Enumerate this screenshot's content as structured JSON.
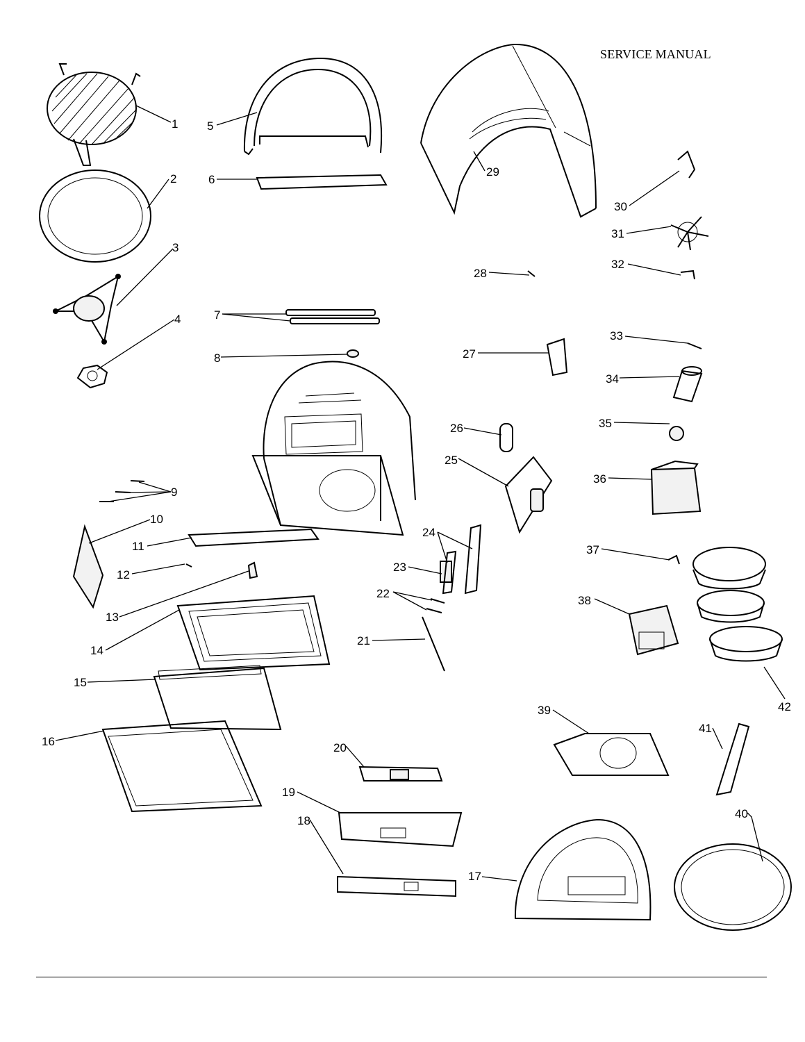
{
  "header": {
    "title": "SERVICE MANUAL"
  },
  "callouts": [
    {
      "id": "c1",
      "label": "1"
    },
    {
      "id": "c2",
      "label": "2"
    },
    {
      "id": "c3",
      "label": "3"
    },
    {
      "id": "c4",
      "label": "4"
    },
    {
      "id": "c5",
      "label": "5"
    },
    {
      "id": "c6",
      "label": "6"
    },
    {
      "id": "c7",
      "label": "7"
    },
    {
      "id": "c8",
      "label": "8"
    },
    {
      "id": "c9",
      "label": "9"
    },
    {
      "id": "c10",
      "label": "10"
    },
    {
      "id": "c11",
      "label": "11"
    },
    {
      "id": "c12",
      "label": "12"
    },
    {
      "id": "c13",
      "label": "13"
    },
    {
      "id": "c14",
      "label": "14"
    },
    {
      "id": "c15",
      "label": "15"
    },
    {
      "id": "c16",
      "label": "16"
    },
    {
      "id": "c17",
      "label": "17"
    },
    {
      "id": "c18",
      "label": "18"
    },
    {
      "id": "c19",
      "label": "19"
    },
    {
      "id": "c20",
      "label": "20"
    },
    {
      "id": "c21",
      "label": "21"
    },
    {
      "id": "c22",
      "label": "22"
    },
    {
      "id": "c23",
      "label": "23"
    },
    {
      "id": "c24",
      "label": "24"
    },
    {
      "id": "c25",
      "label": "25"
    },
    {
      "id": "c26",
      "label": "26"
    },
    {
      "id": "c27",
      "label": "27"
    },
    {
      "id": "c28",
      "label": "28"
    },
    {
      "id": "c29",
      "label": "29"
    },
    {
      "id": "c30",
      "label": "30"
    },
    {
      "id": "c31",
      "label": "31"
    },
    {
      "id": "c32",
      "label": "32"
    },
    {
      "id": "c33",
      "label": "33"
    },
    {
      "id": "c34",
      "label": "34"
    },
    {
      "id": "c35",
      "label": "35"
    },
    {
      "id": "c36",
      "label": "36"
    },
    {
      "id": "c37",
      "label": "37"
    },
    {
      "id": "c38",
      "label": "38"
    },
    {
      "id": "c39",
      "label": "39"
    },
    {
      "id": "c40",
      "label": "40"
    },
    {
      "id": "c41",
      "label": "41"
    },
    {
      "id": "c42",
      "label": "42"
    }
  ]
}
